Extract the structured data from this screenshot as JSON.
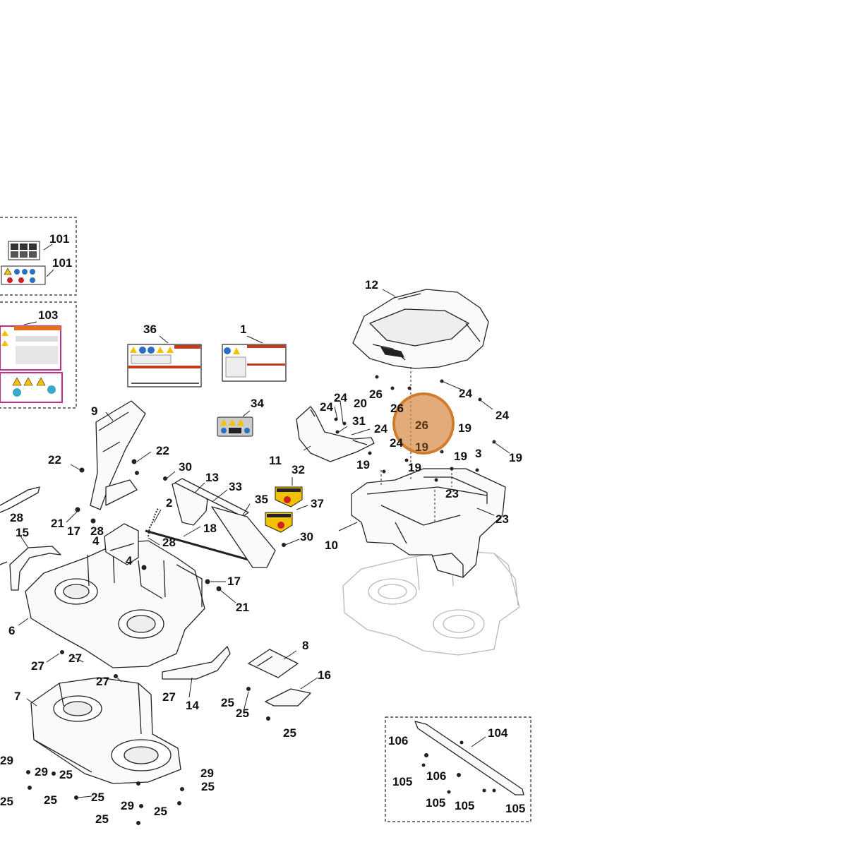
{
  "highlight": {
    "color": "#d07e2c",
    "labels": [
      "26",
      "19"
    ]
  },
  "callouts": [
    "101",
    "101",
    "103",
    "36",
    "1",
    "34",
    "9",
    "22",
    "22",
    "30",
    "13",
    "33",
    "35",
    "32",
    "37",
    "30",
    "2",
    "28",
    "18",
    "17",
    "21",
    "15",
    "28",
    "21",
    "17",
    "28",
    "4",
    "4",
    "6",
    "27",
    "27",
    "27",
    "27",
    "7",
    "14",
    "8",
    "16",
    "25",
    "25",
    "25",
    "29",
    "29",
    "25",
    "25",
    "25",
    "29",
    "29",
    "25",
    "25",
    "25",
    "25",
    "12",
    "26",
    "26",
    "24",
    "24",
    "24",
    "24",
    "20",
    "31",
    "24",
    "24",
    "19",
    "11",
    "19",
    "19",
    "3",
    "19",
    "19",
    "23",
    "23",
    "10",
    "104",
    "106",
    "106",
    "105",
    "105",
    "105",
    "105"
  ]
}
